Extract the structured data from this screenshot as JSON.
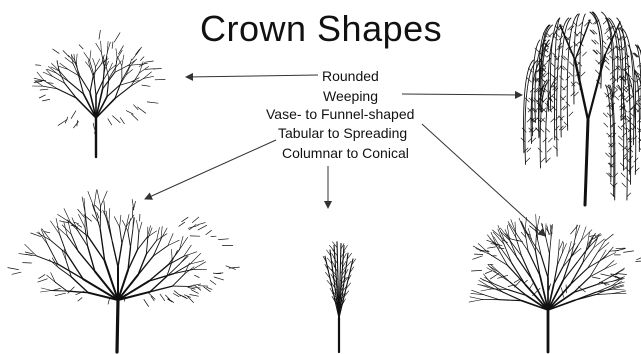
{
  "title": "Crown Shapes",
  "labels": [
    "Rounded",
    "Weeping",
    "Vase- to Funnel-shaped",
    "Tabular to Spreading",
    "Columnar to Conical"
  ],
  "trees": [
    {
      "name": "rounded-tree",
      "shape": "rounded"
    },
    {
      "name": "weeping-tree",
      "shape": "weeping"
    },
    {
      "name": "tabular-tree",
      "shape": "tabular"
    },
    {
      "name": "columnar-tree",
      "shape": "columnar"
    },
    {
      "name": "vase-tree",
      "shape": "vase"
    }
  ],
  "colors": {
    "ink": "#111111",
    "background": "#ffffff",
    "arrow": "#333333"
  }
}
